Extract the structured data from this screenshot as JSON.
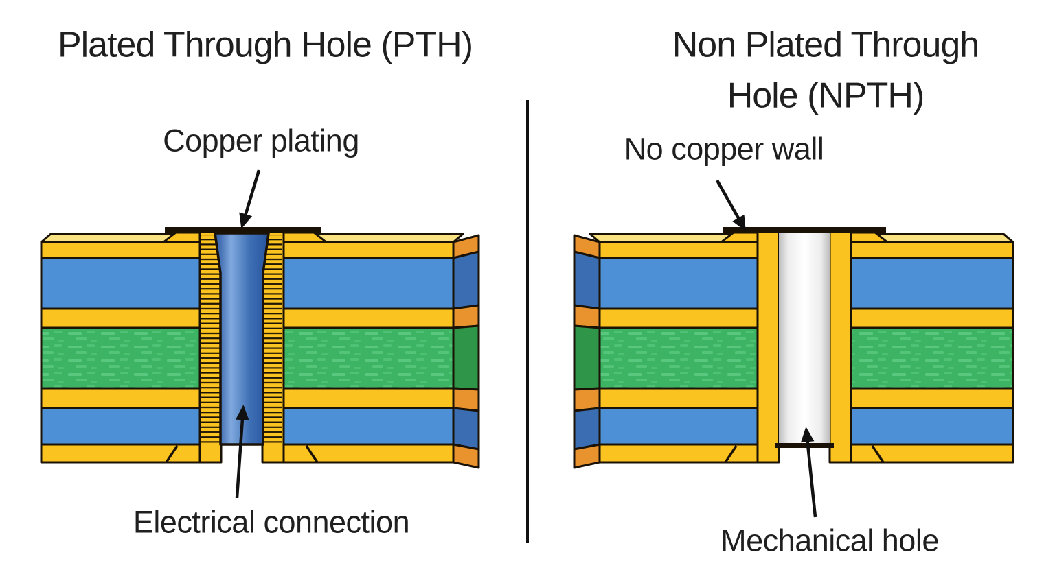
{
  "left_diagram": {
    "title": "Plated Through Hole (PTH)",
    "labels": {
      "top": "Copper plating",
      "bottom": "Electrical connection"
    }
  },
  "right_diagram": {
    "title_line1": "Non Plated Through",
    "title_line2": "Hole (NPTH)",
    "labels": {
      "top": "No copper wall",
      "bottom": "Mechanical hole"
    }
  },
  "colors": {
    "background": "#ffffff",
    "text": "#1f1f1f",
    "outline": "#1a1206",
    "copper": "#fbc31f",
    "copper_top": "#f8e281",
    "copper_side": "#e9932f",
    "substrate_blue": "#4e90d6",
    "substrate_blue_side": "#3a6db2",
    "core_green": "#3cb463",
    "core_green_light": "#5ecb82",
    "core_green_side": "#2f9549",
    "hole_blue_dark": "#27549e",
    "hole_blue_light": "#7fa9de",
    "hole_blue_mid": "#3e6fb5",
    "npth_hole_edge": "#bdbdbd",
    "npth_hole_center": "#ffffff",
    "divider": "#111111"
  }
}
